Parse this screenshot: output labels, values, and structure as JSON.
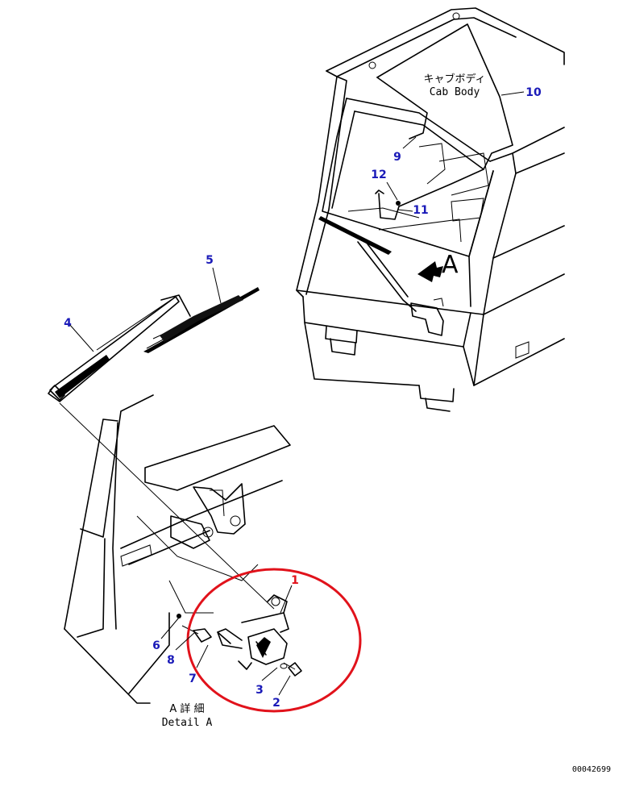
{
  "labels": {
    "cab_jp": "キャブボディ",
    "cab_en": "Cab Body",
    "view_arrow": "A",
    "detail_jp": "A 詳 細",
    "detail_en": "Detail A",
    "drawing_no": "00042699"
  },
  "callouts": [
    {
      "id": "1",
      "color": "#e1121b"
    },
    {
      "id": "2",
      "color": "#1a1ab8"
    },
    {
      "id": "3",
      "color": "#1a1ab8"
    },
    {
      "id": "4",
      "color": "#1a1ab8"
    },
    {
      "id": "5",
      "color": "#1a1ab8"
    },
    {
      "id": "6",
      "color": "#1a1ab8"
    },
    {
      "id": "7",
      "color": "#1a1ab8"
    },
    {
      "id": "8",
      "color": "#1a1ab8"
    },
    {
      "id": "9",
      "color": "#1a1ab8"
    },
    {
      "id": "10",
      "color": "#1a1ab8"
    },
    {
      "id": "11",
      "color": "#1a1ab8"
    },
    {
      "id": "12",
      "color": "#1a1ab8"
    }
  ],
  "colors": {
    "line": "#000000",
    "highlight": "#e1121b",
    "callout": "#1a1ab8"
  }
}
